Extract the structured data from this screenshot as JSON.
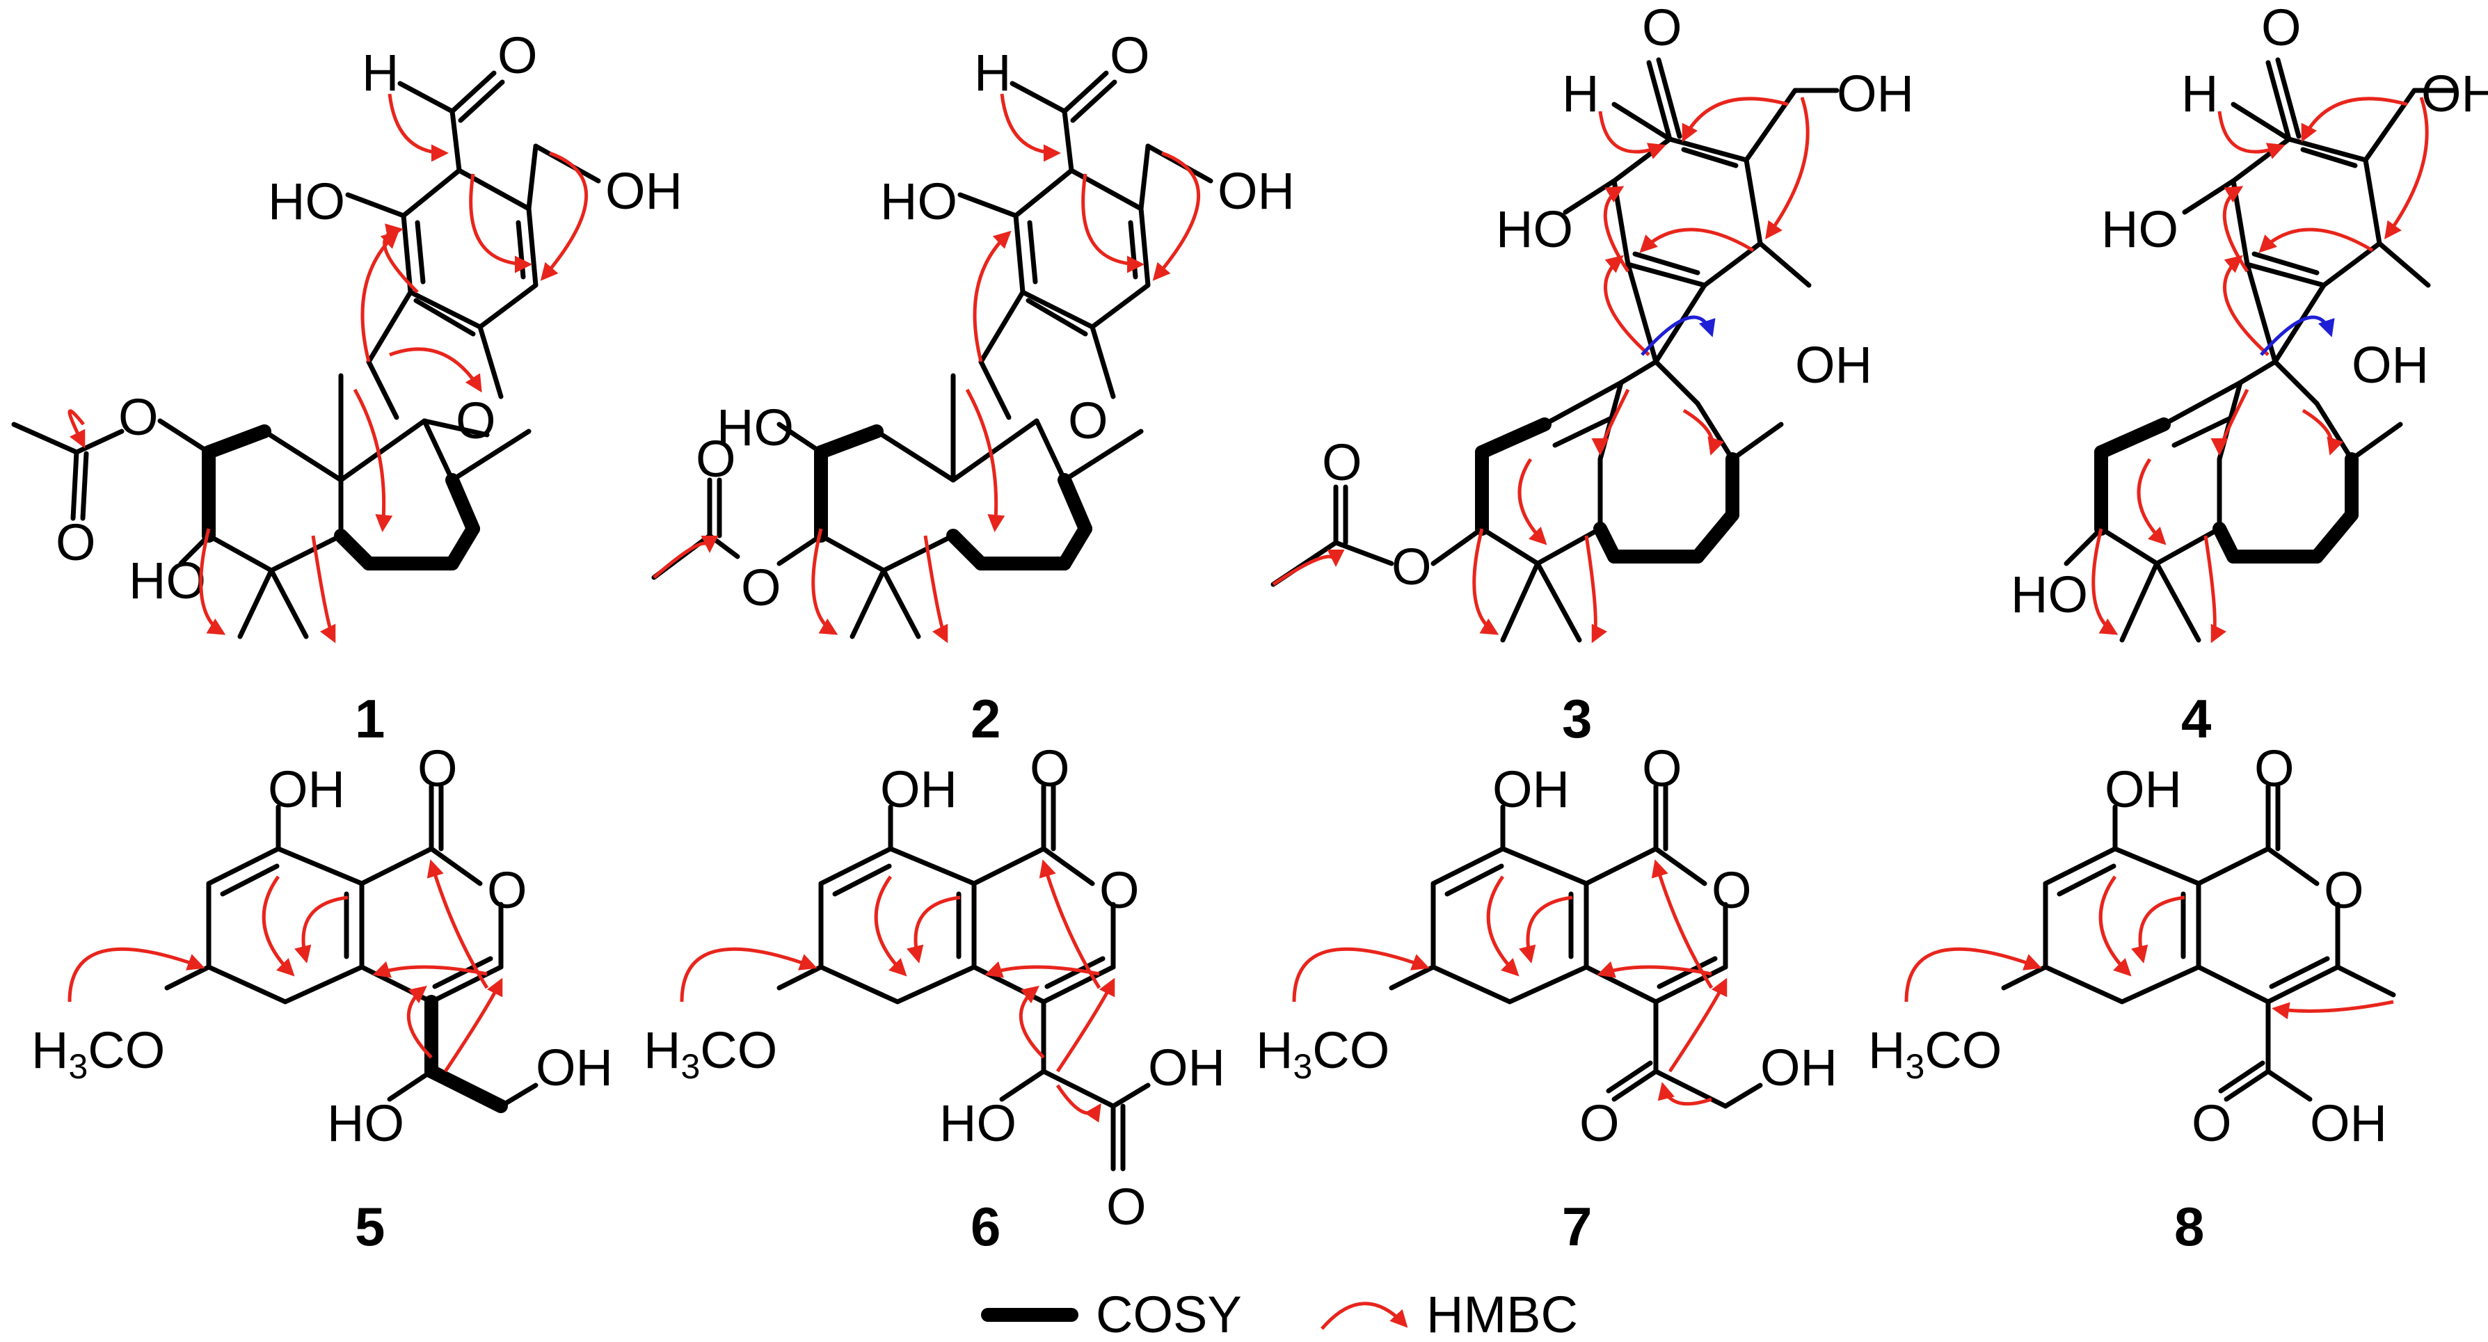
{
  "compounds": [
    {
      "id": "c1",
      "number": "1"
    },
    {
      "id": "c2",
      "number": "2"
    },
    {
      "id": "c3",
      "number": "3"
    },
    {
      "id": "c4",
      "number": "4"
    },
    {
      "id": "c5",
      "number": "5"
    },
    {
      "id": "c6",
      "number": "6"
    },
    {
      "id": "c7",
      "number": "7"
    },
    {
      "id": "c8",
      "number": "8"
    }
  ],
  "atoms": {
    "H": "H",
    "O": "O",
    "OH": "OH",
    "HO": "HO",
    "H3CO_main": "H",
    "H3CO_sub": "3",
    "H3CO_rest": "CO"
  },
  "legend": {
    "cosy_label": "COSY",
    "hmbc_label": "HMBC"
  },
  "colors": {
    "hmbc": "#e8251c",
    "noe": "#1f1fd6",
    "bond": "#000000"
  }
}
